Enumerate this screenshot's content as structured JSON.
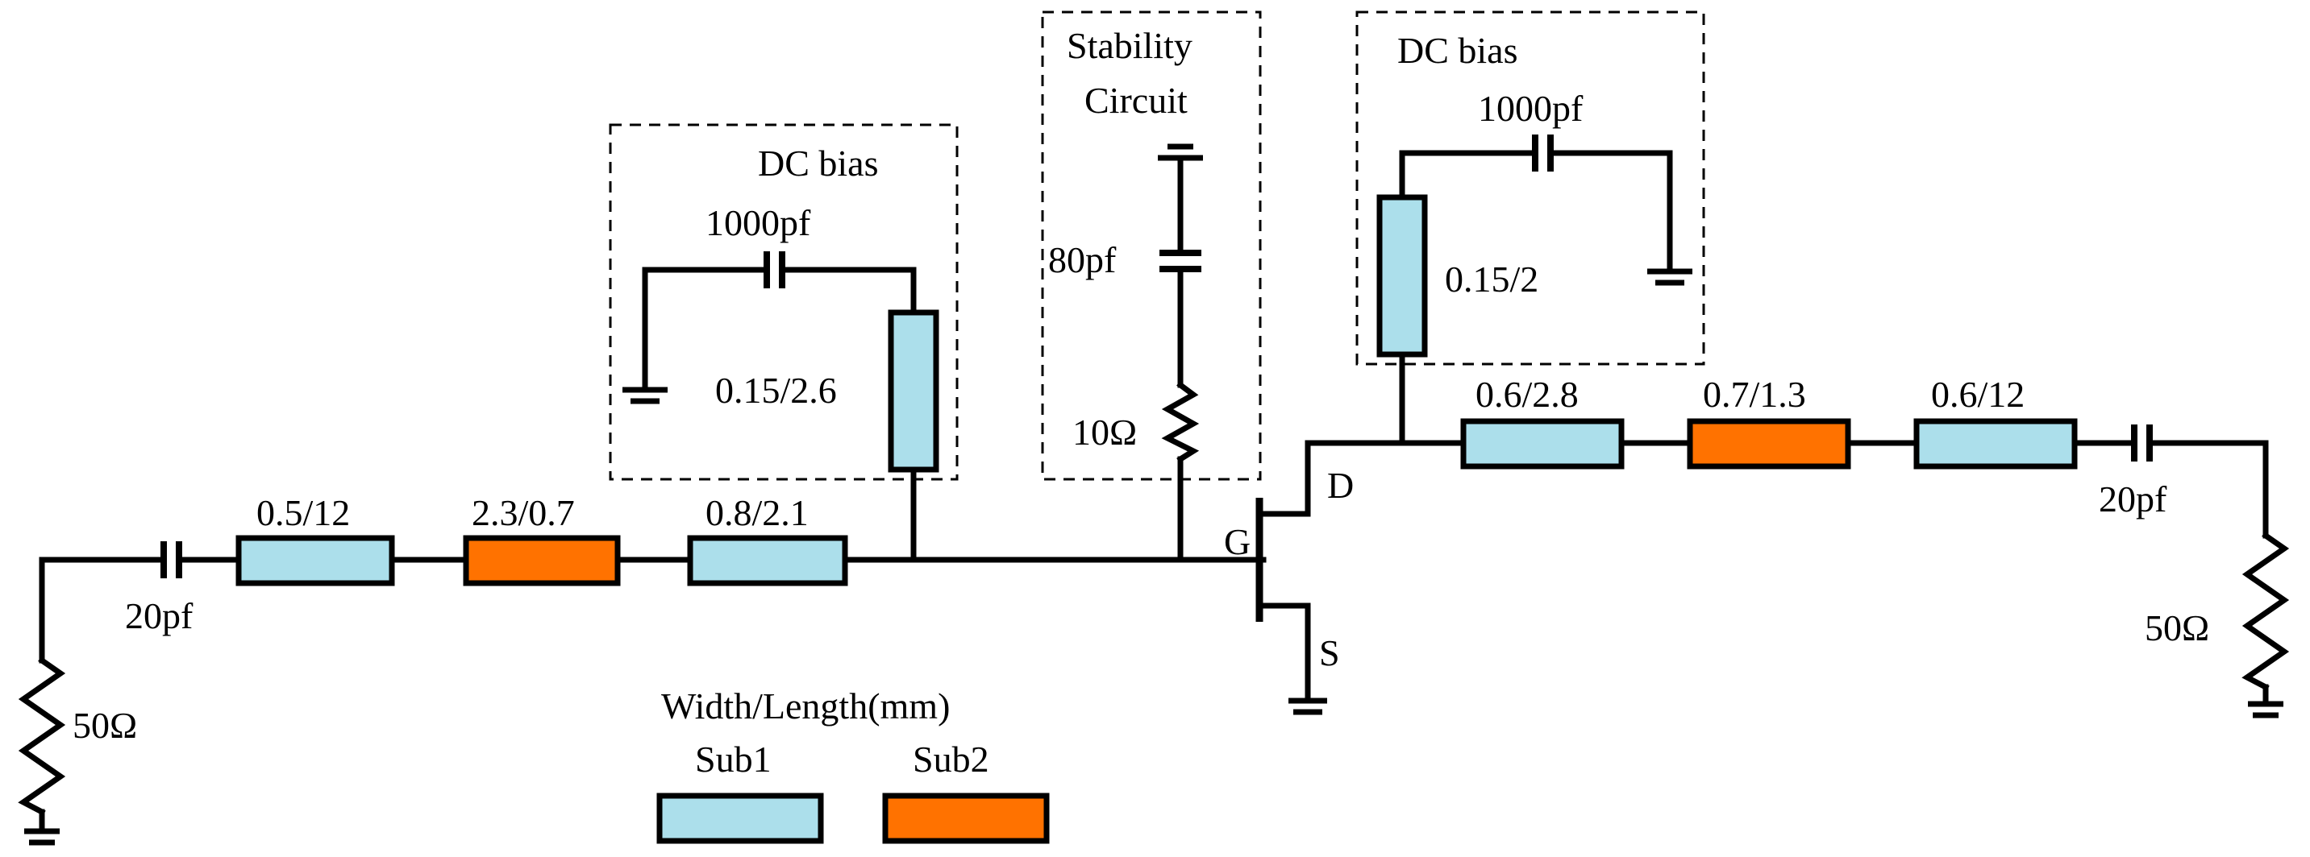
{
  "colors": {
    "sub1": "#ACDFEB",
    "sub2": "#FF7200",
    "wire": "#000000"
  },
  "labels": {
    "cap_in": "20pf",
    "res_in": "50Ω",
    "tl_in1": "0.5/12",
    "tl_in2": "2.3/0.7",
    "tl_in3": "0.8/2.1",
    "gate_bias_title": "DC bias",
    "gate_bias_cap": "1000pf",
    "gate_bias_tl": "0.15/2.6",
    "stab_title_1": "Stability",
    "stab_title_2": "Circuit",
    "stab_cap": "80pf",
    "stab_res": "10Ω",
    "gate": "G",
    "drain": "D",
    "source": "S",
    "drain_bias_title": "DC bias",
    "drain_bias_cap": "1000pf",
    "drain_bias_tl": "0.15/2",
    "tl_out1": "0.6/2.8",
    "tl_out2": "0.7/1.3",
    "tl_out3": "0.6/12",
    "cap_out": "20pf",
    "res_out": "50Ω"
  },
  "legend": {
    "title": "Width/Length(mm)",
    "sub1": "Sub1",
    "sub2": "Sub2"
  }
}
